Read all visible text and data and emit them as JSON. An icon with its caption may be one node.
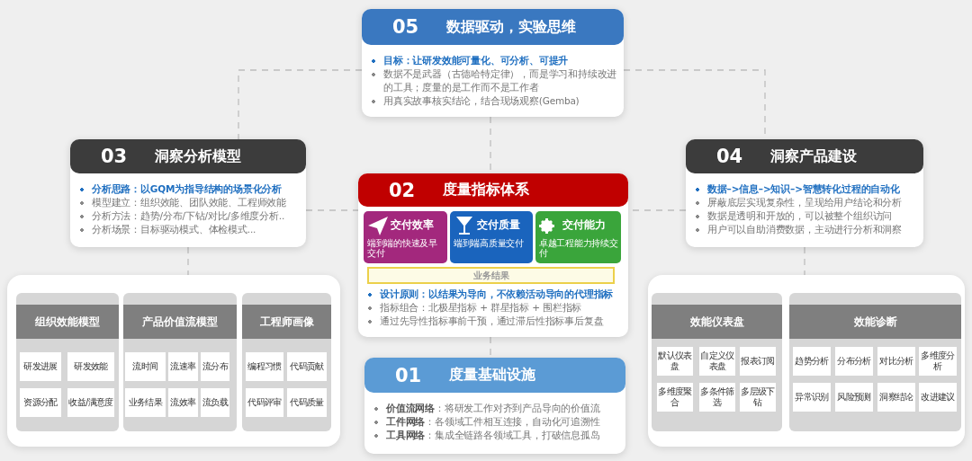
{
  "diagram": {
    "nodes": [
      {
        "text": [
          "05",
          "数据驱动，实验思维",
          "目标：让研发效能可量化、可分析、可提升",
          "数据不是武器（古德哈特定律），而是学习和持续改进的工具；度量的是工作而不是工作者",
          "用真实故事核实结论，结合现场观察(Gemba)"
        ]
      },
      {
        "text": [
          "03",
          "洞察分析模型",
          "分析思路：以GQM为指导结构的场景化分析",
          "模型建立：组织效能、团队效能、工程师效能",
          "分析方法：趋势/分布/下钻/对比/多维度分析..",
          "分析场景：目标驱动模式、体检模式..."
        ]
      },
      {
        "text": [
          "02",
          "度量指标体系",
          "设计原则：以结果为导向，不依赖活动导向的代理指标",
          "指标组合：北极星指标 + 群星指标 + 围栏指标",
          "通过先导性指标事前干预，通过滞后性指标事后复盘"
        ]
      },
      {
        "text": [
          "交付效率",
          "端到端的快速及早交付"
        ],
        "in": 2
      },
      {
        "text": [
          "交付质量",
          "端到端高质量交付"
        ],
        "in": 2
      },
      {
        "text": [
          "交付能力",
          "卓越工程能力持续交付"
        ],
        "in": 2
      },
      {
        "text": [
          "业务结果"
        ],
        "in": 2
      },
      {
        "text": [
          "04",
          "洞察产品建设",
          "数据–>信息–>知识–>智慧转化过程的自动化",
          "屏蔽底层实现复杂性，呈现给用户结论和分析",
          "数据是透明和开放的，可以被整个组织访问",
          "用户可以自助消费数据，主动进行分析和洞察"
        ]
      },
      {
        "text": [],
        "shape": "box"
      },
      {
        "text": [
          "组织效能模型"
        ],
        "in": 8
      },
      {
        "text": [
          "研发进展"
        ],
        "in": 9
      },
      {
        "text": [
          "研发效能"
        ],
        "in": 9
      },
      {
        "text": [
          "资源分配"
        ],
        "in": 9
      },
      {
        "text": [
          "收益/满意度"
        ],
        "in": 9
      },
      {
        "text": [
          "产品价值流模型"
        ],
        "in": 8
      },
      {
        "text": [
          "流时间"
        ],
        "in": 14
      },
      {
        "text": [
          "流速率"
        ],
        "in": 14
      },
      {
        "text": [
          "流分布"
        ],
        "in": 14
      },
      {
        "text": [
          "业务结果"
        ],
        "in": 14
      },
      {
        "text": [
          "流效率"
        ],
        "in": 14
      },
      {
        "text": [
          "流负载"
        ],
        "in": 14
      },
      {
        "text": [
          "工程师画像"
        ],
        "in": 8
      },
      {
        "text": [
          "编程习惯"
        ],
        "in": 21
      },
      {
        "text": [
          "代码贡献"
        ],
        "in": 21
      },
      {
        "text": [
          "代码评审"
        ],
        "in": 21
      },
      {
        "text": [
          "代码质量"
        ],
        "in": 21
      },
      {
        "text": [
          "01",
          "度量基础设施",
          "**价值流网络**：将研发工作对齐到产品导向的价值流",
          "**工件网络**：各领域工件相互连接，自动化可追溯性",
          "**工具网络**：集成全链路各领域工具，打破信息孤岛"
        ]
      },
      {
        "text": [],
        "shape": "box"
      },
      {
        "text": [
          "效能仪表盘"
        ],
        "in": 27
      },
      {
        "text": [
          "默认仪表盘"
        ],
        "in": 28
      },
      {
        "text": [
          "自定义仪表盘"
        ],
        "in": 28
      },
      {
        "text": [
          "报表订阅"
        ],
        "in": 28
      },
      {
        "text": [
          "多维度聚合"
        ],
        "in": 28
      },
      {
        "text": [
          "多条件筛选"
        ],
        "in": 28
      },
      {
        "text": [
          "多层级下钻"
        ],
        "in": 28
      },
      {
        "text": [
          "效能诊断"
        ],
        "in": 27
      },
      {
        "text": [
          "趋势分析"
        ],
        "in": 35
      },
      {
        "text": [
          "分布分析"
        ],
        "in": 35
      },
      {
        "text": [
          "对比分析"
        ],
        "in": 35
      },
      {
        "text": [
          "多维度分析"
        ],
        "in": 35
      },
      {
        "text": [
          "异常识别"
        ],
        "in": 35
      },
      {
        "text": [
          "风险预测"
        ],
        "in": 35
      },
      {
        "text": [
          "洞察结论"
        ],
        "in": 35
      },
      {
        "text": [
          "改进建议"
        ],
        "in": 35
      }
    ],
    "edges": [
      {
        "from": 0,
        "to": 1,
        "arrow": "none",
        "style": "dashed"
      },
      {
        "from": 0,
        "to": 7,
        "arrow": "none",
        "style": "dashed"
      },
      {
        "from": 0,
        "to": 2,
        "arrow": "none",
        "style": "dashed"
      },
      {
        "from": 1,
        "to": 2,
        "arrow": "none",
        "style": "dashed"
      },
      {
        "from": 7,
        "to": 2,
        "arrow": "none",
        "style": "dashed"
      },
      {
        "from": 2,
        "to": 26,
        "arrow": "none",
        "style": "dashed"
      },
      {
        "from": 1,
        "to": 8,
        "arrow": "none",
        "style": "dashed"
      },
      {
        "from": 7,
        "to": 27,
        "arrow": "none",
        "style": "dashed"
      }
    ]
  }
}
